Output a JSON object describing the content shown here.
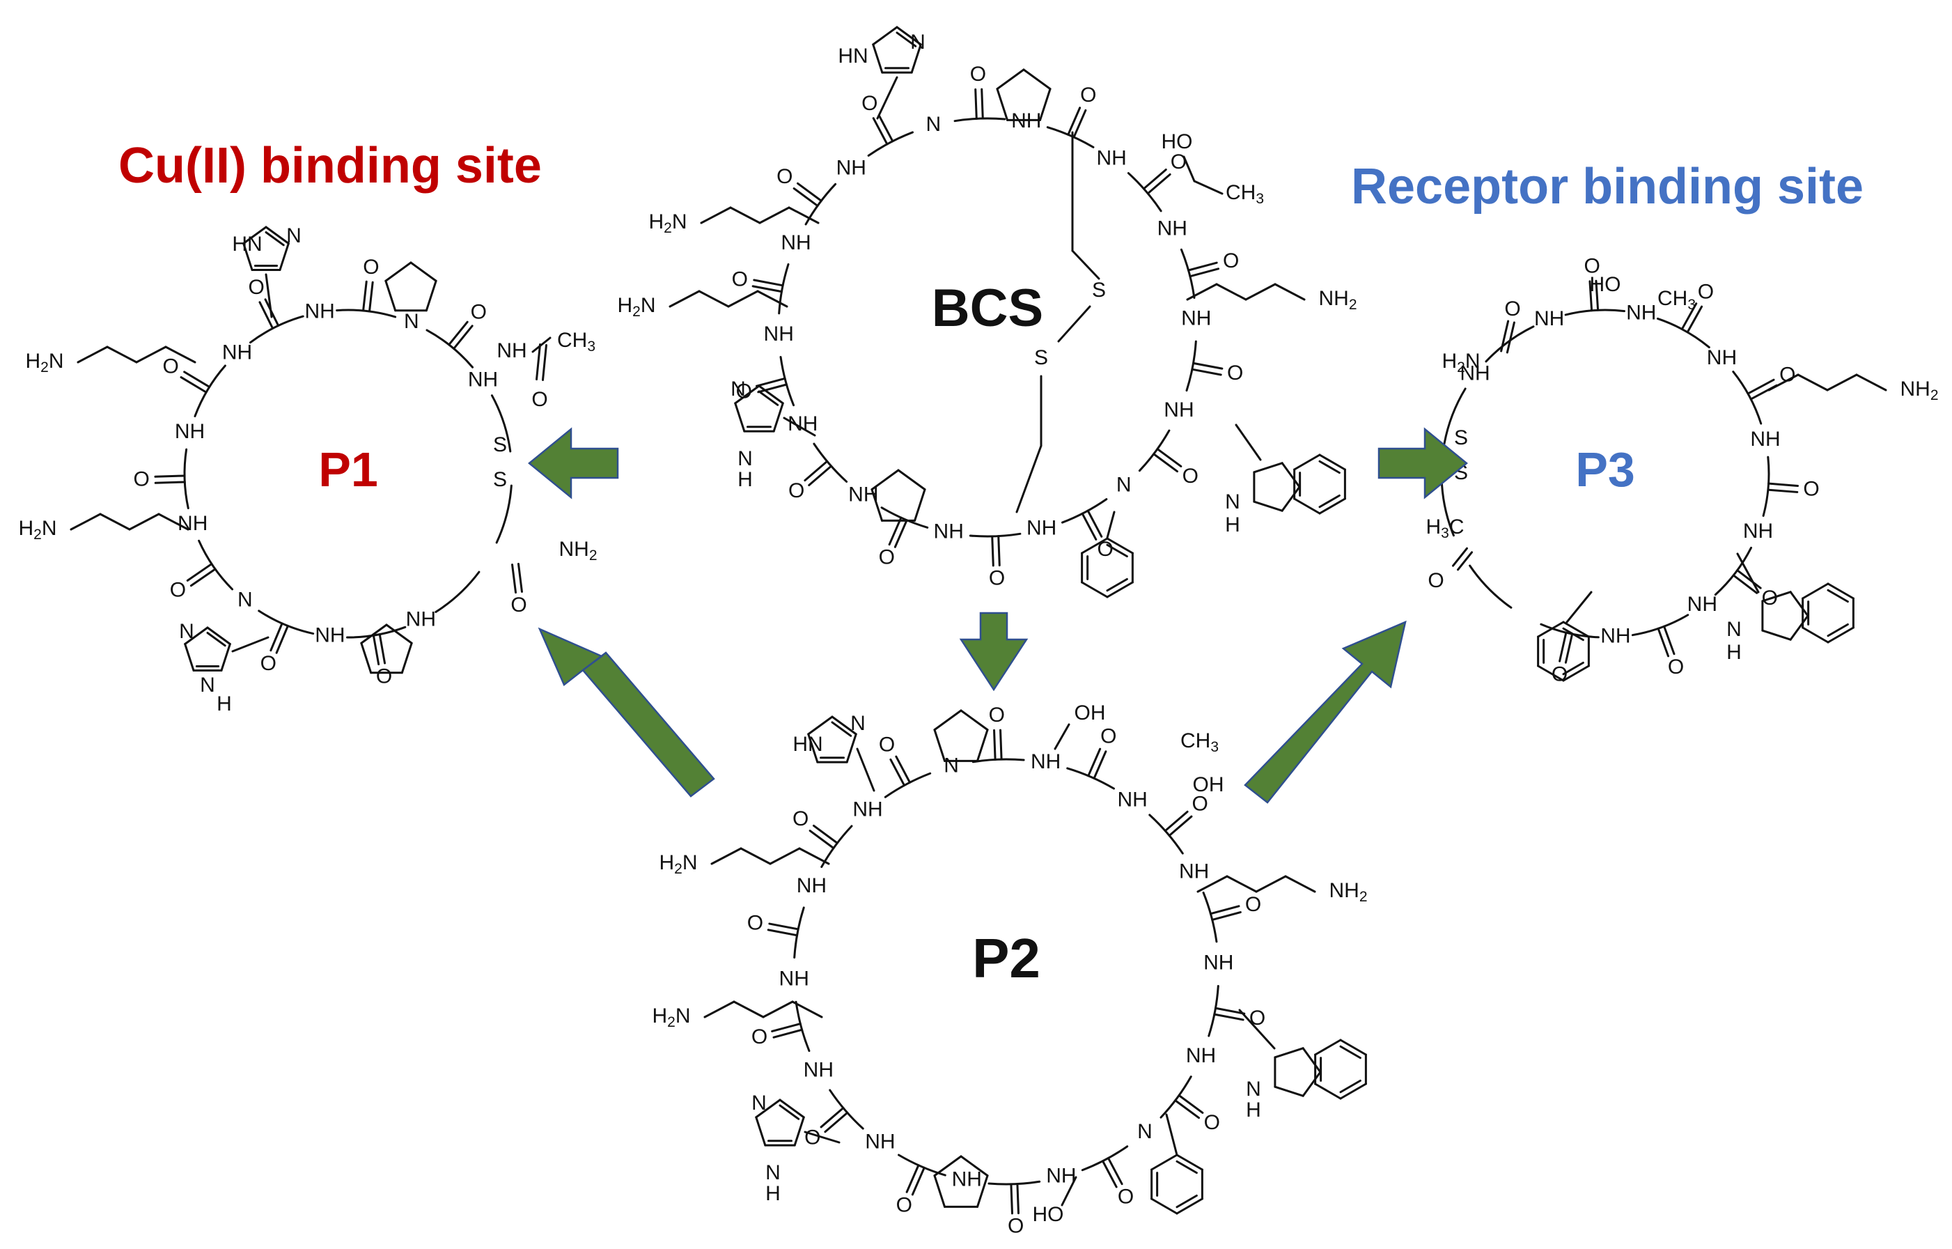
{
  "headings": {
    "left": "Cu(II) binding site",
    "right": "Receptor binding site"
  },
  "molecules": {
    "bcs": "BCS",
    "p1": "P1",
    "p2": "P2",
    "p3": "P3"
  },
  "atoms": {
    "nh": "NH",
    "n": "N",
    "h": "H",
    "o": "O",
    "s": "S",
    "hn": "HN",
    "h2n": "H2N",
    "nh2": "NH2",
    "ho": "HO",
    "oh": "OH",
    "ch3": "CH3",
    "h3c": "H3C"
  },
  "colors": {
    "left_heading": "#c00000",
    "right_heading": "#4472c4",
    "p1_label": "#c00000",
    "p3_label": "#4472c4",
    "arrow_fill": "#538135",
    "arrow_stroke": "#2f4f8f",
    "ink": "#111111"
  }
}
